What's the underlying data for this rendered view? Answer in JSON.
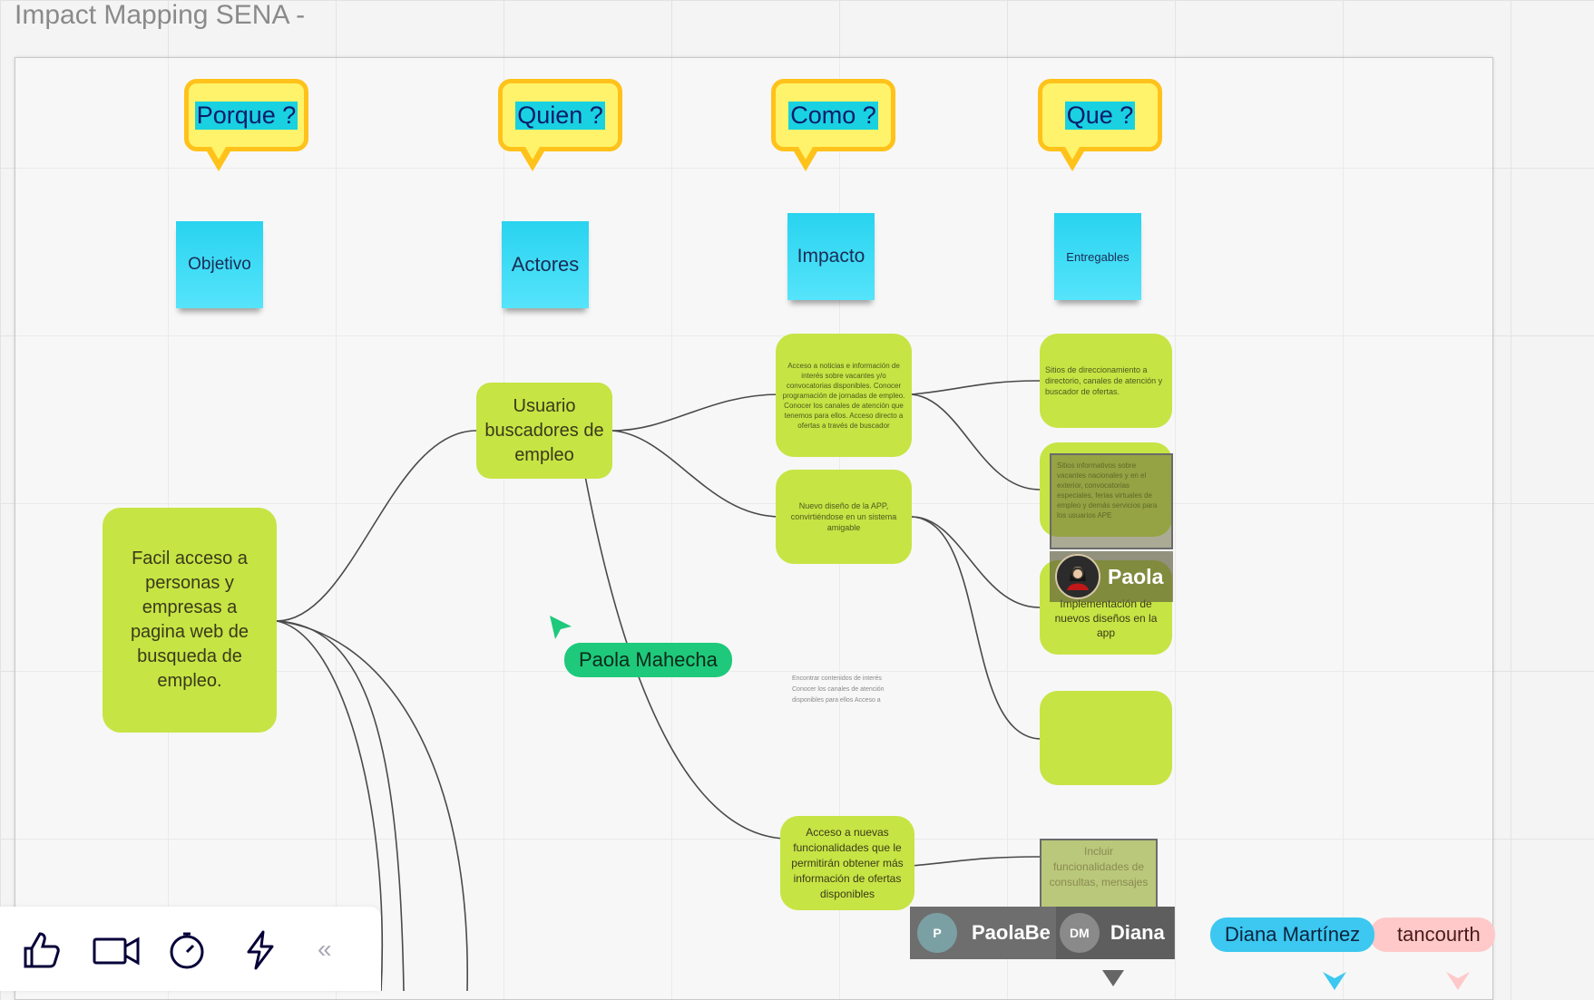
{
  "board": {
    "title": "Impact Mapping SENA -"
  },
  "headers": [
    {
      "label": "Porque ?"
    },
    {
      "label": "Quien ?"
    },
    {
      "label": "Como ?"
    },
    {
      "label": "Que ?"
    }
  ],
  "stickies": [
    {
      "label": "Objetivo"
    },
    {
      "label": "Actores"
    },
    {
      "label": "Impacto"
    },
    {
      "label": "Entregables"
    }
  ],
  "cards": {
    "goal": "Facil acceso a personas y empresas a pagina web de busqueda de empleo.",
    "actor": "Usuario buscadores de empleo",
    "impact1": "Acceso a noticias e información de interés sobre vacantes y/o convocatorias disponibles. Conocer programación de jornadas de empleo. Conocer los canales de atención que tenemos para ellos. Acceso directo a ofertas a través de buscador",
    "impact2": "Nuevo diseño de la APP, convirtiéndose en un sistema amigable",
    "impact3": "Acceso a nuevas funcionalidades que le permitirán obtener más información de ofertas disponibles",
    "floating_note": "Encontrar contenidos de interés Conocer los canales de atención disponibles para ellos Acceso a",
    "deliv1": "Sitios de direccionamiento a directorio, canales de atención y buscador de ofertas.",
    "deliv2": "Sitios informativos sobre vacantes nacionales y en el exterior, convocatorias especiales, ferias virtuales de empleo y demás servicios para los usuarios APE",
    "deliv3": "Implementación de nuevos diseños en la app",
    "deliv4": "",
    "deliv5": "Incluir funcionalidades de consultas, mensajes"
  },
  "cursors": {
    "paola_mahecha": "Paola Mahecha",
    "paola_selected": "Paola",
    "diana_martinez": "Diana Martínez",
    "tancourth": "tancourth"
  },
  "presence": {
    "user1_initial": "P",
    "user1_name": "PaolaBe",
    "user2_initials": "DM",
    "user2_name": "Diana"
  },
  "toolbar": {
    "like_icon": "thumbs-up-icon",
    "video_icon": "video-camera-icon",
    "timer_icon": "timer-icon",
    "lightning_icon": "lightning-icon",
    "collapse_icon": "double-chevron-left-icon",
    "collapse_glyph": "«"
  },
  "colors": {
    "card_green": "#c6e444",
    "sticky_cyan": "#29d3ef",
    "bubble_yellow": "#fff36b",
    "bubble_border": "#ffc21a",
    "cursor_green": "#1ec97b",
    "cursor_blue": "#3cc8f0",
    "cursor_pink": "#ffc9c9"
  }
}
